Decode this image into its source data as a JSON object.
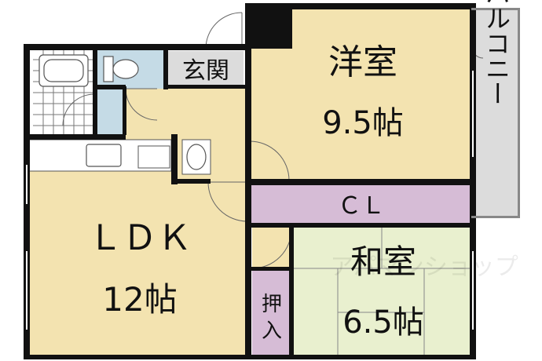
{
  "rooms": {
    "western": {
      "name": "洋室",
      "size": "9.5帖"
    },
    "ldk": {
      "name": "ＬＤＫ",
      "size": "12帖"
    },
    "japanese": {
      "name": "和室",
      "size": "6.5帖"
    },
    "closet": {
      "name": "ＣＬ"
    },
    "entrance": {
      "name": "玄関"
    },
    "oshiire": {
      "line1": "押",
      "line2": "入"
    },
    "balcony": {
      "name": "バルコニー"
    }
  },
  "watermark": "アパマンショップ",
  "colors": {
    "wood_floor": "#f3e3b0",
    "tatami": "#e9f0cf",
    "closet": "#d6bcd6",
    "bath": "#c5dbe6",
    "entrance": "#dcdcdc",
    "balcony": "#dcdcdc",
    "wall": "#111111"
  }
}
